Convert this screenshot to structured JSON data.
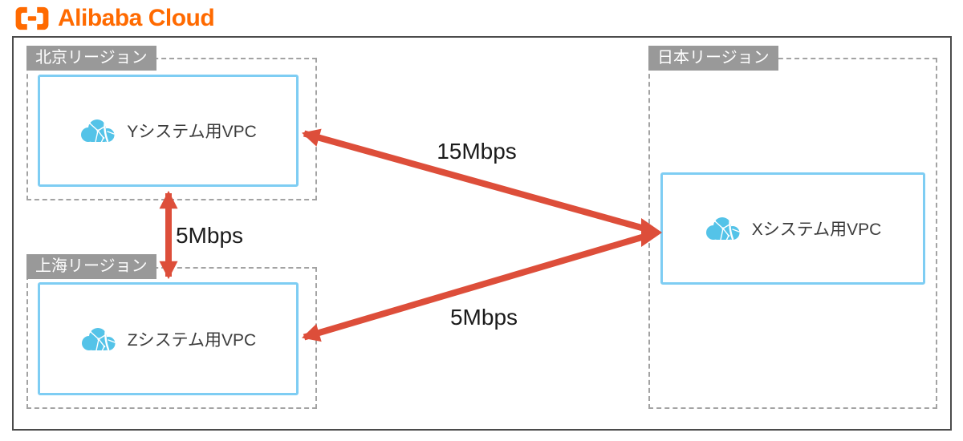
{
  "logo": {
    "text": "Alibaba Cloud",
    "color": "#FF6A00"
  },
  "diagram": {
    "regions": [
      {
        "id": "beijing",
        "label": "北京リージョン",
        "vpc": {
          "label": "Yシステム用VPC"
        }
      },
      {
        "id": "shanghai",
        "label": "上海リージョン",
        "vpc": {
          "label": "Zシステム用VPC"
        }
      },
      {
        "id": "japan",
        "label": "日本リージョン",
        "vpc": {
          "label": "Xシステム用VPC"
        }
      }
    ],
    "connections": [
      {
        "from": "Yシステム用VPC",
        "to": "Xシステム用VPC",
        "bandwidth": "15Mbps",
        "style": "double-headed-arrow"
      },
      {
        "from": "Yシステム用VPC",
        "to": "Zシステム用VPC",
        "bandwidth": "5Mbps",
        "style": "double-headed-arrow"
      },
      {
        "from": "Zシステム用VPC",
        "to": "Xシステム用VPC",
        "bandwidth": "5Mbps",
        "style": "double-headed-arrow"
      }
    ],
    "colors": {
      "arrow_red": "#DD4E3A",
      "vpc_border_blue": "#7ECDF3",
      "cloud_icon_blue": "#54C3E8",
      "region_label_gray": "#999999",
      "dashed_border_gray": "#A3A3A3",
      "frame_gray": "#4B4B4B"
    }
  }
}
